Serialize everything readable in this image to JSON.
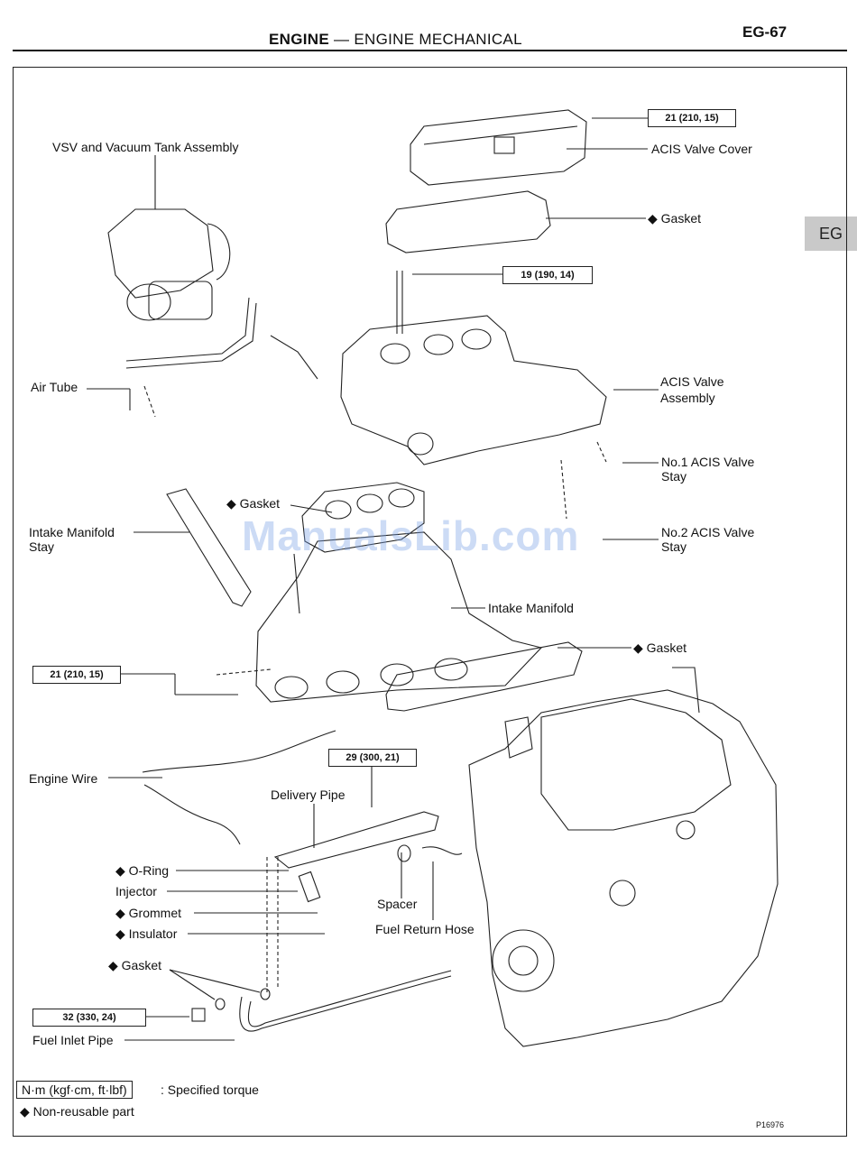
{
  "header": {
    "section": "ENGINE",
    "dash": "—",
    "subsection": "ENGINE MECHANICAL",
    "page_number": "EG-67",
    "side_tab": "EG"
  },
  "torque_boxes": {
    "acis_cover": "21 (210, 15)",
    "acis_valve_bolt": "19 (190, 14)",
    "manifold_nut": "21 (210, 15)",
    "delivery_pipe": "29 (300, 21)",
    "fuel_inlet": "32 (330, 24)"
  },
  "labels": {
    "vsv_tank": "VSV and Vacuum Tank Assembly",
    "acis_valve_cover": "ACIS Valve Cover",
    "gasket_cover": "◆ Gasket",
    "acis_valve_assembly_1": "ACIS Valve",
    "acis_valve_assembly_2": "Assembly",
    "air_tube": "Air Tube",
    "no1_stay_1": "No.1 ACIS Valve",
    "no1_stay_2": "Stay",
    "gasket_upper": "◆ Gasket",
    "intake_stay_1": "Intake Manifold",
    "intake_stay_2": "Stay",
    "no2_stay_1": "No.2 ACIS Valve",
    "no2_stay_2": "Stay",
    "intake_manifold": "Intake Manifold",
    "gasket_lower": "◆ Gasket",
    "engine_wire": "Engine Wire",
    "delivery_pipe": "Delivery Pipe",
    "o_ring": "◆ O-Ring",
    "injector": "Injector",
    "grommet": "◆ Grommet",
    "insulator": "◆ Insulator",
    "spacer": "Spacer",
    "fuel_return_hose": "Fuel Return Hose",
    "gasket_inlet": "◆ Gasket",
    "fuel_inlet_pipe": "Fuel Inlet Pipe"
  },
  "legend": {
    "unit_box": "N·m (kgf·cm, ft·lbf)",
    "unit_desc": ": Specified torque",
    "nonreusable": "◆  Non-reusable part"
  },
  "watermark": "ManualsLib.com",
  "figure_number": "P16976"
}
